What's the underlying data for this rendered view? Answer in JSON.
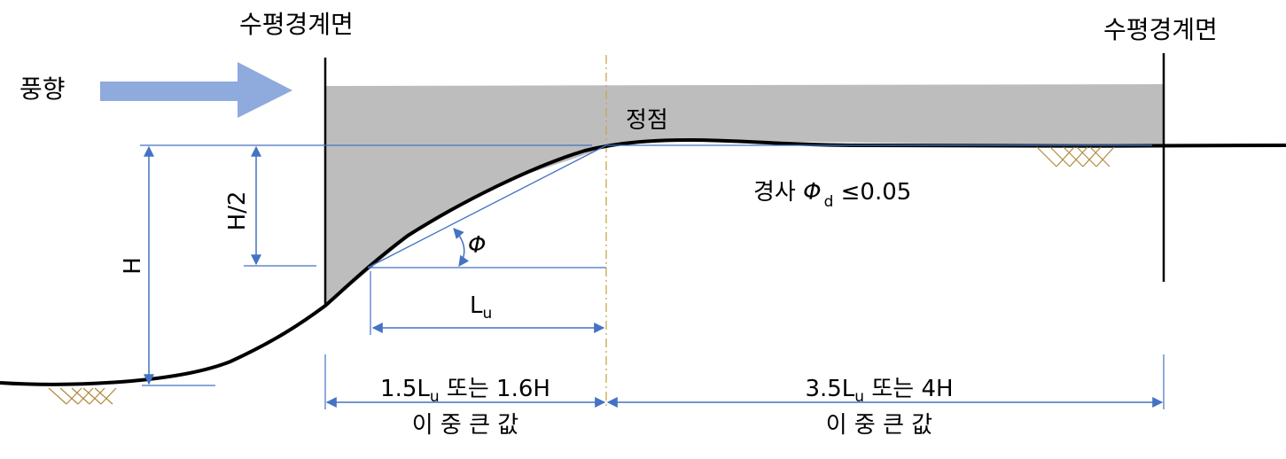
{
  "labels": {
    "plane_left": "수평경계면",
    "plane_right": "수평경계면",
    "wind": "풍향",
    "crest": "정점",
    "slope_text": "경사 ",
    "phi": "Φ",
    "phi_sub": "d",
    "slope_limit": " ≤0.05",
    "angle": "Φ",
    "height": "H",
    "half_height": "H/2",
    "lu_main": "L",
    "lu_sub": "u",
    "span_left_a": "1.5L",
    "span_left_sub": "u",
    "span_left_b": " 또는 1.6H",
    "span_left_line2": "이 중 큰 값",
    "span_right_a": "3.5L",
    "span_right_sub": "u",
    "span_right_b": " 또는 4H",
    "span_right_line2": "이 중 큰 값"
  },
  "colors": {
    "terrain": "#000000",
    "shade": "#bdbdbd",
    "dimension": "#4472c4",
    "arrow": "#8faadc",
    "crest_axis": "#c9a64a",
    "hatch": "#b08a3c"
  },
  "icons": {
    "wind_arrow": "arrow-right-icon",
    "ground_hatch": "ground-hatch-icon"
  }
}
